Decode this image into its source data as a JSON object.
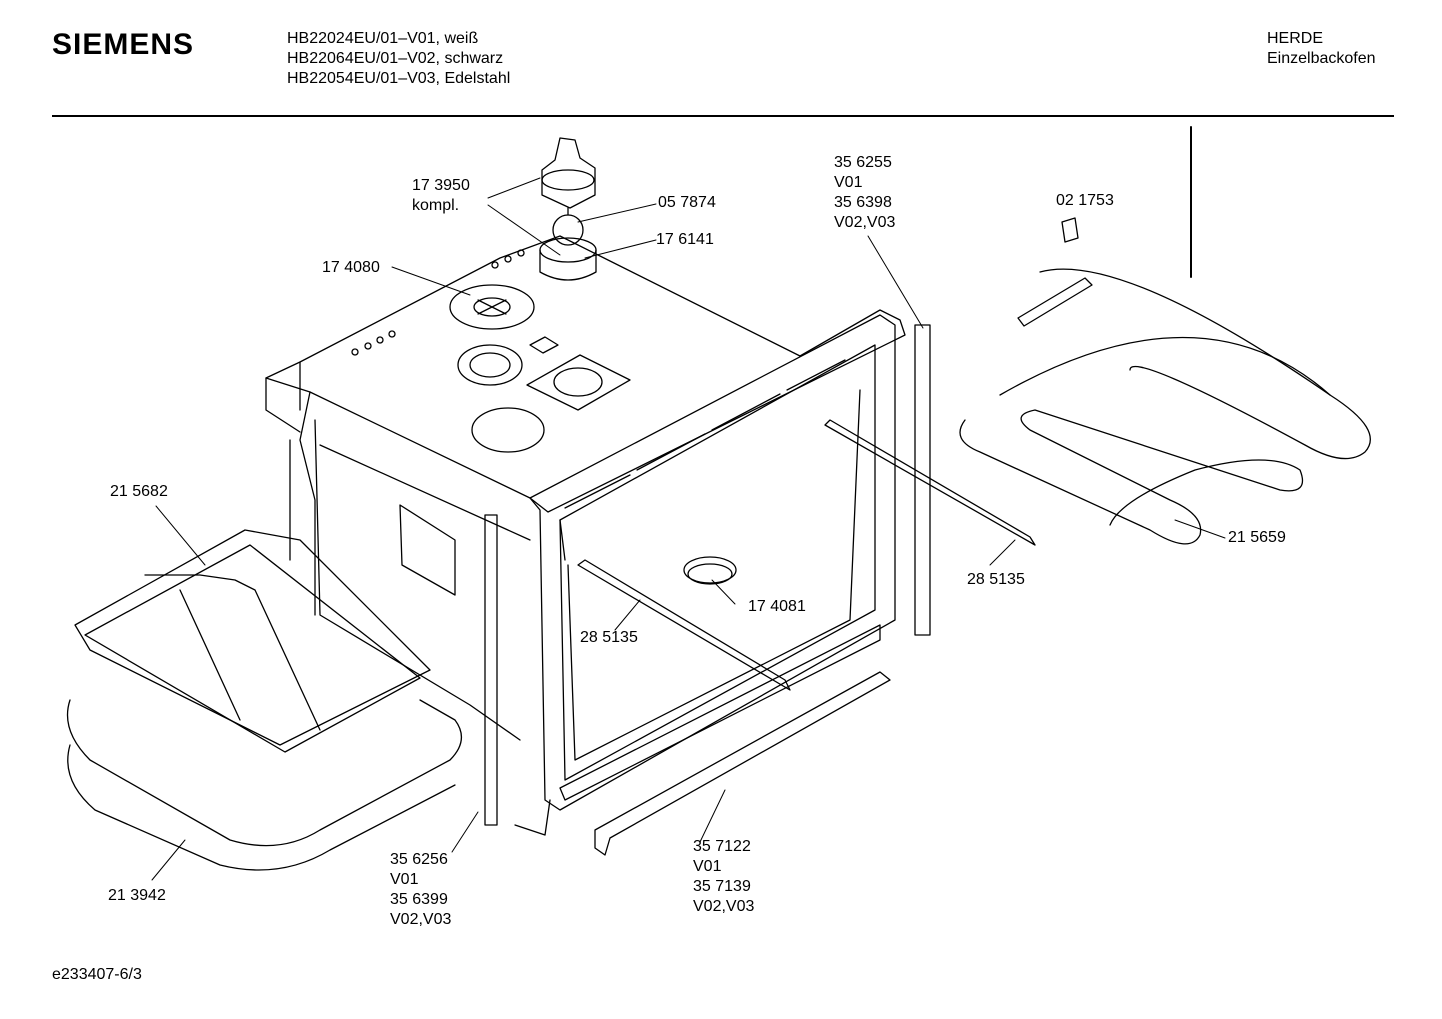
{
  "header": {
    "brand": "SIEMENS",
    "models": [
      "HB22024EU/01–V01, weiß",
      "HB22064EU/01–V02, schwarz",
      "HB22054EU/01–V03, Edelstahl"
    ],
    "category": [
      "HERDE",
      "Einzelbackofen"
    ]
  },
  "callouts": {
    "c173950": [
      "17 3950",
      "kompl."
    ],
    "c057874": [
      "05 7874"
    ],
    "c176141": [
      "17 6141"
    ],
    "c174080": [
      "17 4080"
    ],
    "c356255": [
      "35 6255",
      "V01",
      "35 6398",
      "V02,V03"
    ],
    "c021753": [
      "02 1753"
    ],
    "c215682": [
      "21 5682"
    ],
    "c215659": [
      "21 5659"
    ],
    "c285135_right": [
      "28 5135"
    ],
    "c174081": [
      "17 4081"
    ],
    "c285135_left": [
      "28 5135"
    ],
    "c356256": [
      "35 6256",
      "V01",
      "35 6399",
      "V02,V03"
    ],
    "c357122": [
      "35 7122",
      "V01",
      "35 7139",
      "V02,V03"
    ],
    "c213942": [
      "21 3942"
    ]
  },
  "footer": {
    "drawing_id": "e233407-6/3"
  }
}
